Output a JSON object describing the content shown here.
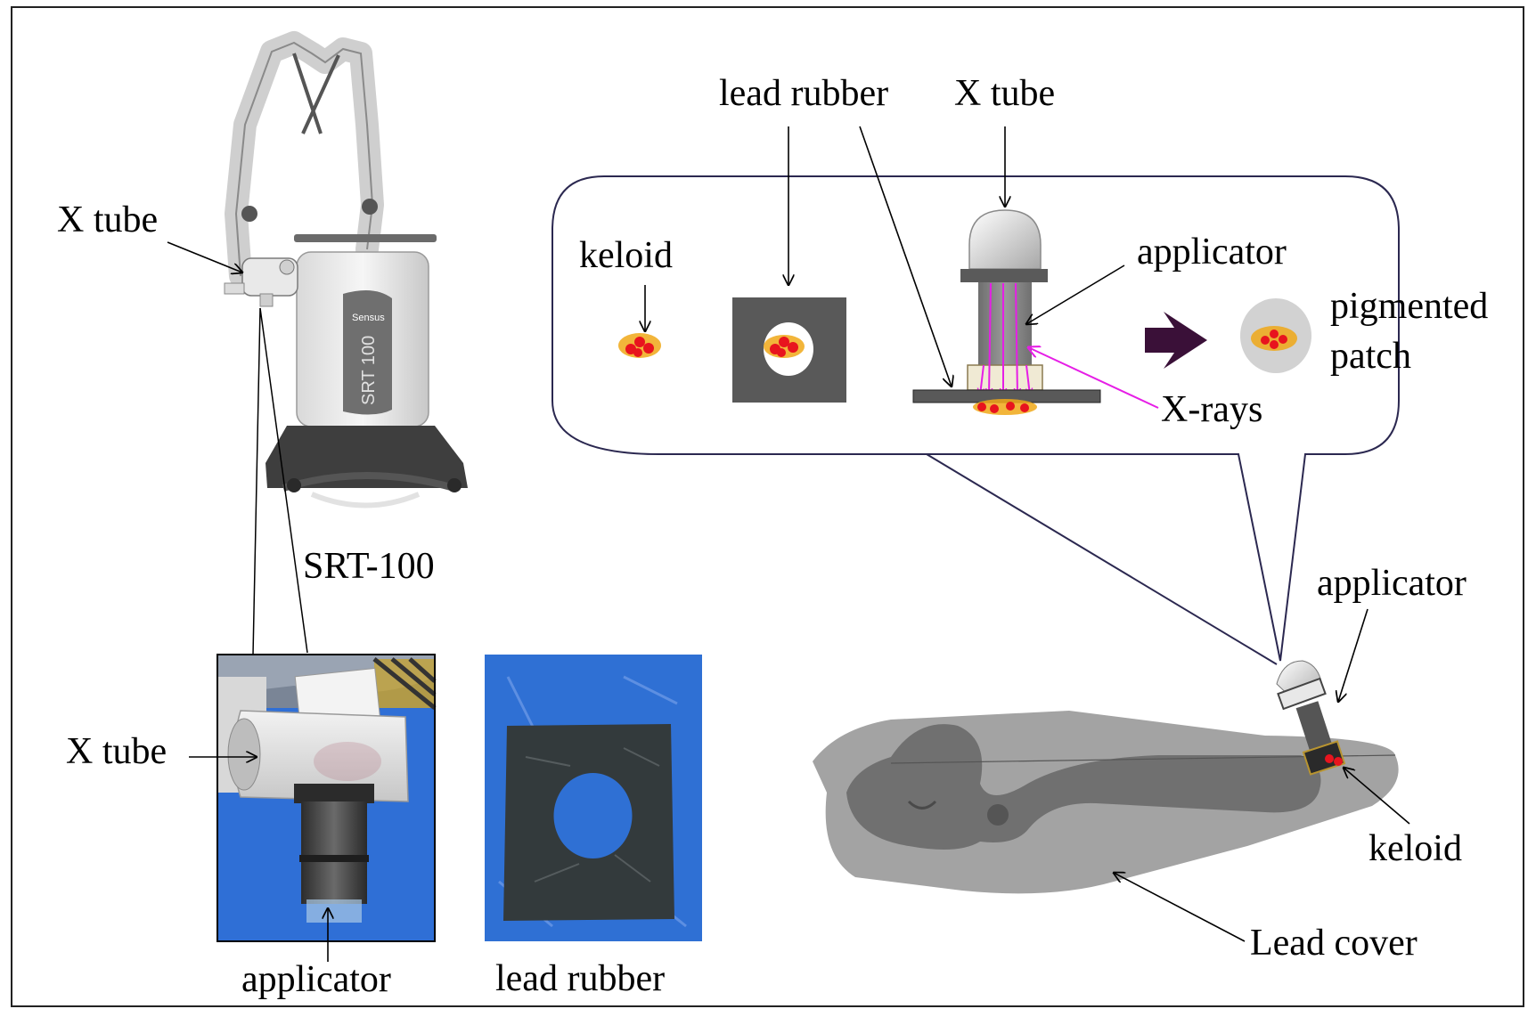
{
  "labels": {
    "x_tube_machine": "X tube",
    "srt_model": "SRT-100",
    "x_tube_photo": "X tube",
    "applicator_photo": "applicator",
    "lead_rubber_photo": "lead rubber",
    "lead_rubber_top": "lead rubber",
    "x_tube_top": "X tube",
    "keloid_top": "keloid",
    "applicator_top": "applicator",
    "pigmented": "pigmented",
    "patch": "patch",
    "xrays": "X-rays",
    "applicator_body": "applicator",
    "keloid_body": "keloid",
    "lead_cover": "Lead cover"
  },
  "machine_text": {
    "brand": "Sensus",
    "model_vertical": "SRT 100"
  },
  "colors": {
    "keloid_dots": "#e8141e",
    "keloid_halo": "#f0a818",
    "xray_lines": "#e61ee6",
    "lead_rubber_fill": "#595959",
    "drape_blue": "#2f6fd6",
    "arrow_purple": "#3a1038"
  }
}
